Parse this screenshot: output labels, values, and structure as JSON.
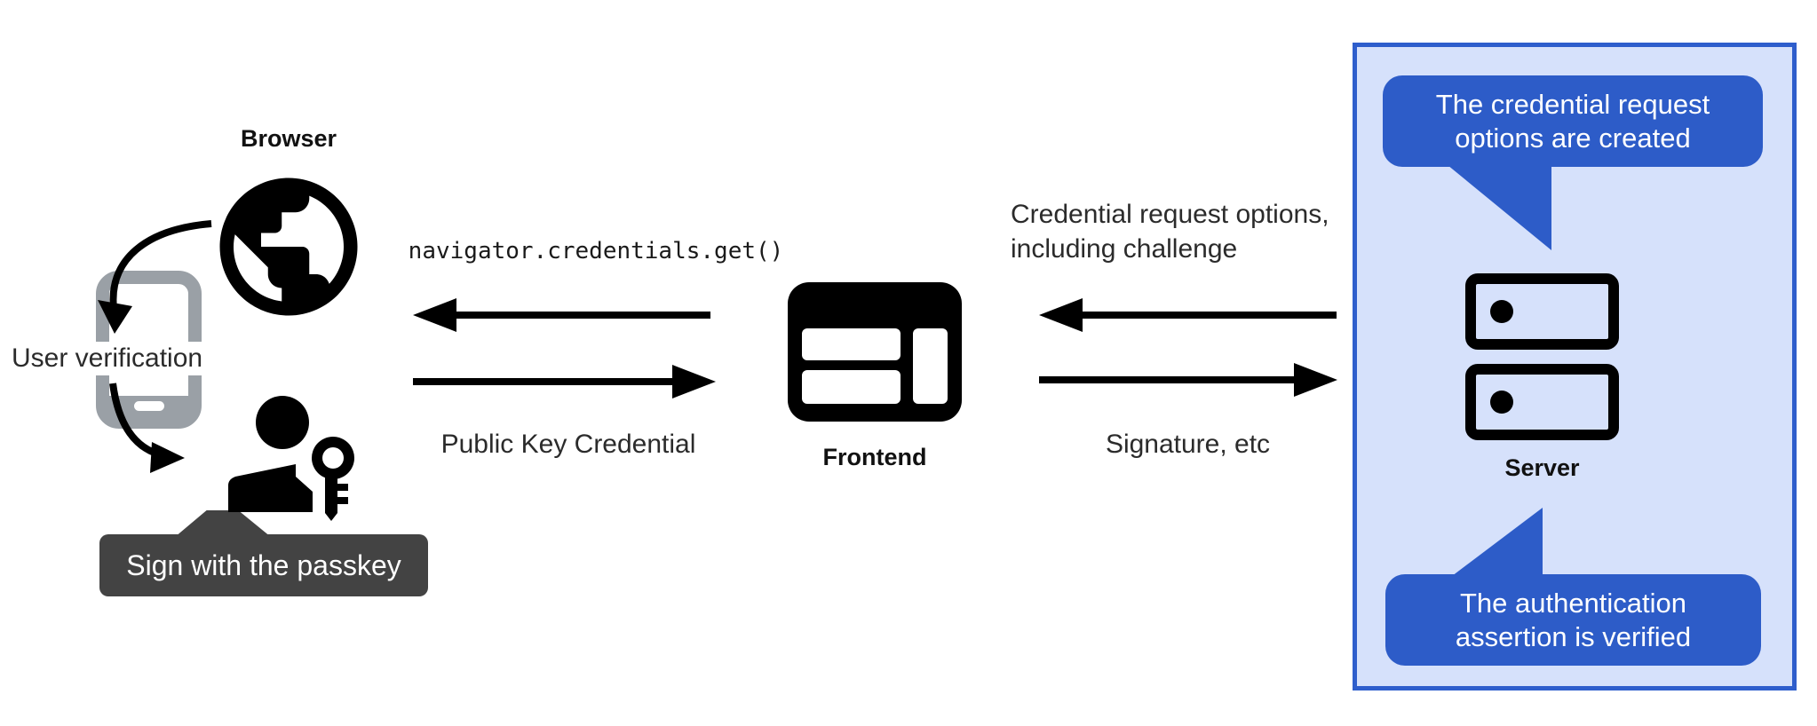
{
  "labels": {
    "browser": "Browser",
    "user_verification": "User verification",
    "sign_with_passkey": "Sign with the passkey",
    "code_call": "navigator.credentials.get()",
    "public_key_credential": "Public Key Credential",
    "frontend": "Frontend",
    "credential_request_line1": "Credential request options,",
    "credential_request_line2": "including challenge",
    "signature": "Signature, etc",
    "server": "Server"
  },
  "server_panel": {
    "bubble_top": {
      "line1": "The credential request",
      "line2": "options are created"
    },
    "bubble_bottom": {
      "line1": "The authentication",
      "line2": "assertion is verified"
    }
  },
  "icons": {
    "browser": "globe-icon",
    "authenticator": "smartphone-icon",
    "user": "person-with-key-icon",
    "frontend": "browser-window-icon",
    "server": "server-stack-icon"
  },
  "colors": {
    "bubble_blue": "#2d5cc8",
    "panel_border_blue": "#2e5ecc",
    "panel_fill_light_blue": "#d6e1fb",
    "tooltip_gray": "#434343",
    "phone_gray": "#9aa0a6",
    "icon_black": "#000000",
    "background": "#ffffff"
  }
}
